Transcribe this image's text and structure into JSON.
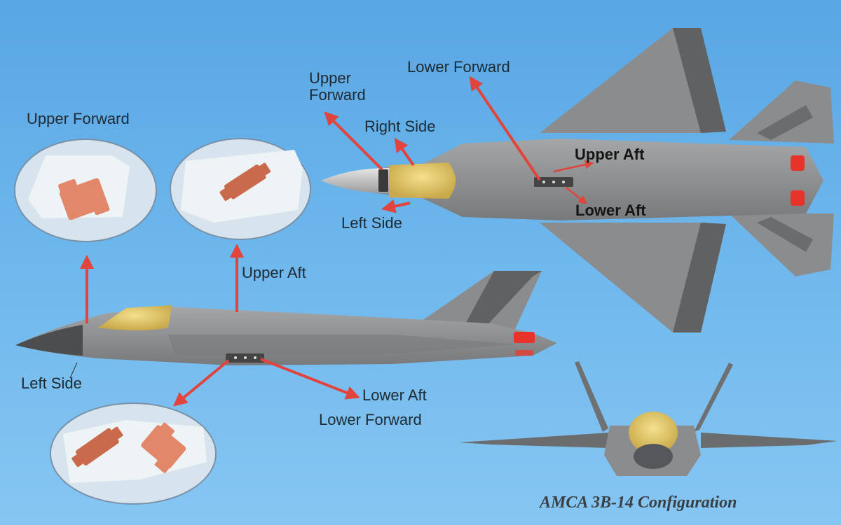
{
  "top_view_labels": {
    "upper_forward": "Upper\nForward",
    "lower_forward": "Lower Forward",
    "right_side": "Right Side",
    "left_side": "Left Side",
    "upper_aft": "Upper Aft",
    "lower_aft": "Lower Aft"
  },
  "side_view_labels": {
    "upper_forward": "Upper Forward",
    "upper_aft": "Upper Aft",
    "left_side": "Left Side",
    "lower_aft": "Lower Aft",
    "lower_forward": "Lower Forward"
  },
  "caption": "AMCA 3B-14 Configuration",
  "colors": {
    "sky": "#6cb6ec",
    "aircraft_body": "#8d8f91",
    "canopy_gold": "#e2c86a",
    "arrow_red": "#e0443c",
    "antenna_copper": "#e0866a",
    "exhaust_red": "#e8332b"
  }
}
